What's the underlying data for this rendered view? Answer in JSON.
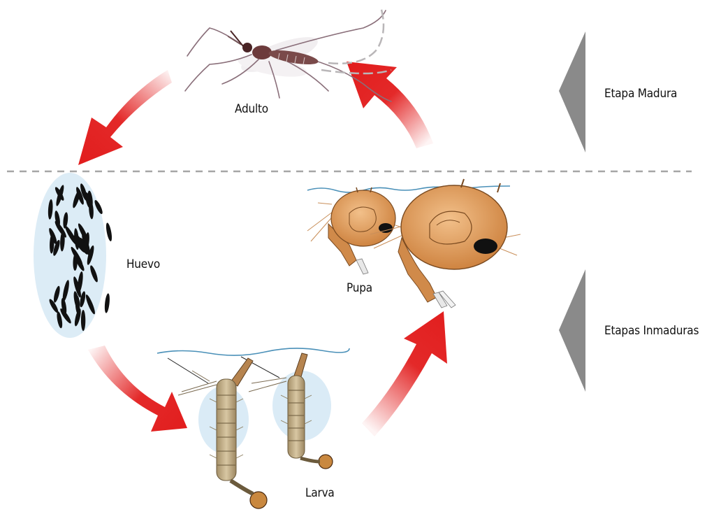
{
  "diagram": {
    "labels": {
      "adult": "Adulto",
      "egg": "Huevo",
      "pupa": "Pupa",
      "larva": "Larva",
      "mature_stage": "Etapa Madura",
      "immature_stages": "Etapas Inmaduras"
    },
    "colors": {
      "arrow": "#e21e1e",
      "marker": "#8a8a8a",
      "divider": "#a6a6a6",
      "water_bubble": "#d6e9f5",
      "water_line": "#4a90b8",
      "pupa_body": "#d9904e",
      "larva_body": "#b7a27a",
      "egg": "#111111"
    }
  }
}
